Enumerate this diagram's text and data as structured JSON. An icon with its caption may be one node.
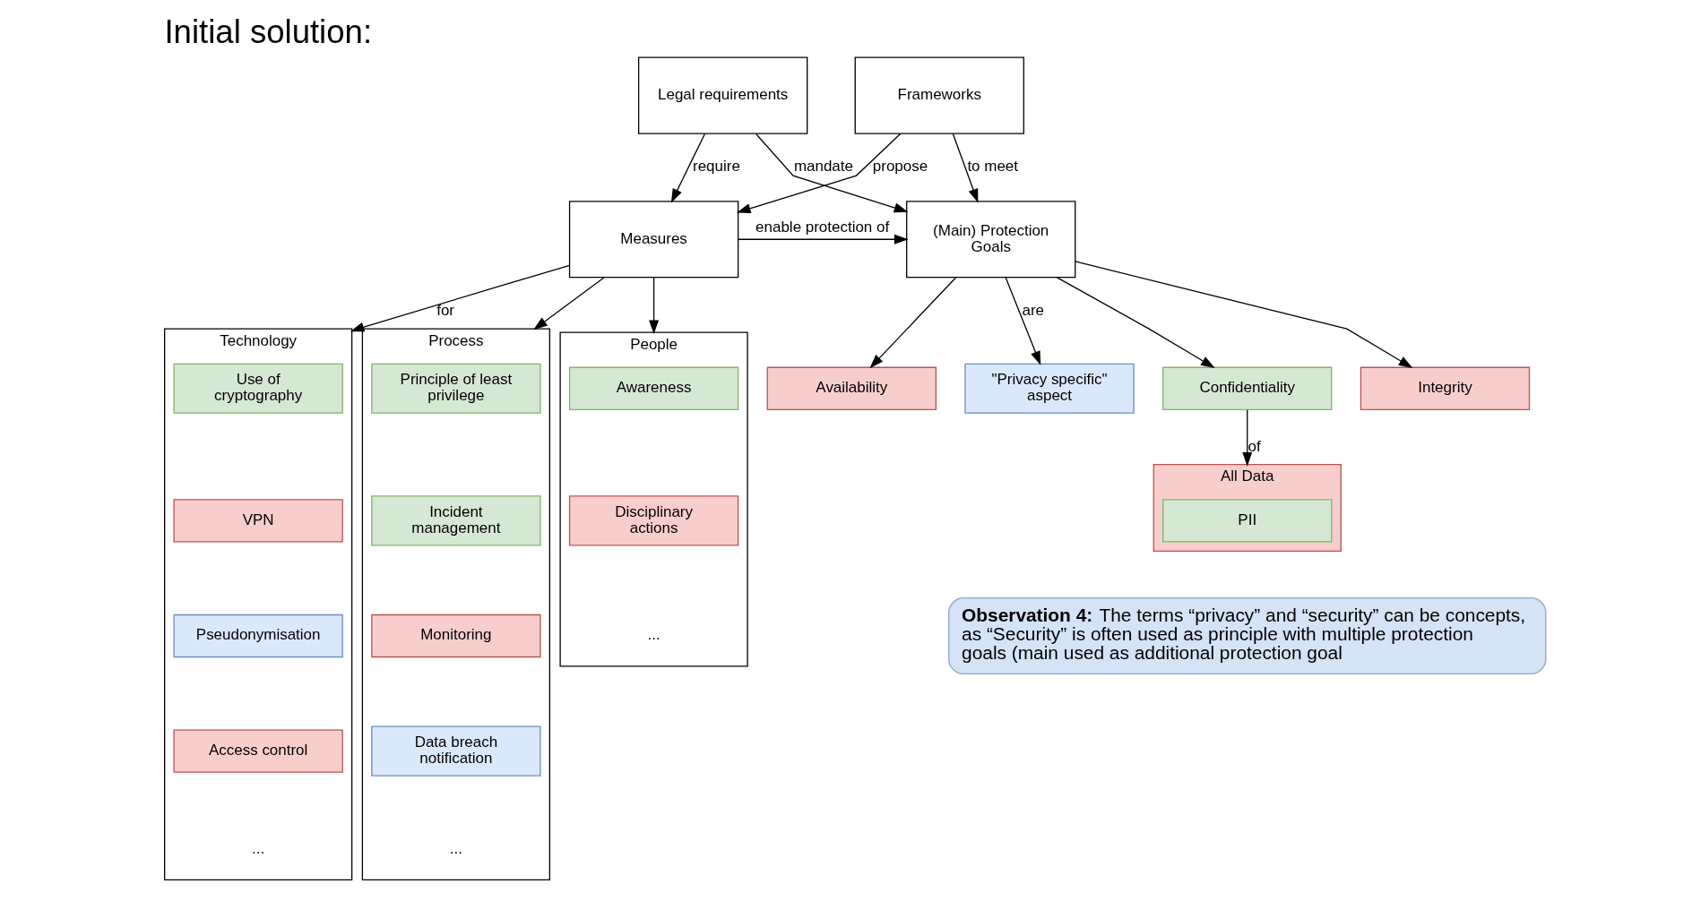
{
  "diagram": {
    "title": "Initial solution:",
    "nodes": [
      {
        "text": [
          "Legal requirements"
        ]
      },
      {
        "text": [
          "Frameworks"
        ]
      },
      {
        "text": [
          "Measures"
        ]
      },
      {
        "text": [
          "(Main) Protection Goals"
        ]
      },
      {
        "text": [
          "Technology",
          "..."
        ]
      },
      {
        "text": [
          "Use of cryptography"
        ],
        "in": 4
      },
      {
        "text": [
          "VPN"
        ],
        "in": 4
      },
      {
        "text": [
          "Pseudonymisation"
        ],
        "in": 4
      },
      {
        "text": [
          "Access control"
        ],
        "in": 4
      },
      {
        "text": [
          "Process",
          "..."
        ]
      },
      {
        "text": [
          "Principle of least privilege"
        ],
        "in": 9
      },
      {
        "text": [
          "Incident management"
        ],
        "in": 9
      },
      {
        "text": [
          "Monitoring"
        ],
        "in": 9
      },
      {
        "text": [
          "Data breach notification"
        ],
        "in": 9
      },
      {
        "text": [
          "People",
          "..."
        ]
      },
      {
        "text": [
          "Awareness"
        ],
        "in": 14
      },
      {
        "text": [
          "Disciplinary actions"
        ],
        "in": 14
      },
      {
        "text": [
          "\"Privacy specific\" aspect"
        ]
      },
      {
        "text": [
          "Confidentiality"
        ]
      },
      {
        "text": [
          "Integrity"
        ]
      },
      {
        "text": [
          "Availability"
        ]
      },
      {
        "text": [
          "All Data"
        ]
      },
      {
        "text": [
          "PII"
        ],
        "in": 21
      },
      {
        "text": [
          "**Observation 4:** The terms “privacy” and “security” can be concepts, as “Security” is often used as principle with multiple protection goals (main used as additional protection goal"
        ]
      }
    ],
    "edges": [
      {
        "from": 0,
        "to": 3,
        "arrow": "to",
        "label": "mandate"
      },
      {
        "from": 1,
        "to": 3,
        "arrow": "to",
        "label": "to meet"
      },
      {
        "from": 0,
        "to": 2,
        "arrow": "to",
        "label": "require"
      },
      {
        "from": 1,
        "to": 2,
        "arrow": "to",
        "label": "propose"
      },
      {
        "from": 2,
        "to": 3,
        "arrow": "to",
        "label": "enable protection of"
      },
      {
        "from": 2,
        "to": 4,
        "arrow": "to",
        "label": "for"
      },
      {
        "from": 2,
        "to": 9,
        "arrow": "to"
      },
      {
        "from": 2,
        "to": 14,
        "arrow": "to"
      },
      {
        "from": 3,
        "to": 17,
        "arrow": "to",
        "label": "are"
      },
      {
        "from": 3,
        "to": 18,
        "arrow": "to"
      },
      {
        "from": 3,
        "to": 19,
        "arrow": "to"
      },
      {
        "from": 3,
        "to": 20,
        "arrow": "to"
      },
      {
        "from": 18,
        "to": 21,
        "arrow": "to",
        "label": "of"
      }
    ]
  }
}
